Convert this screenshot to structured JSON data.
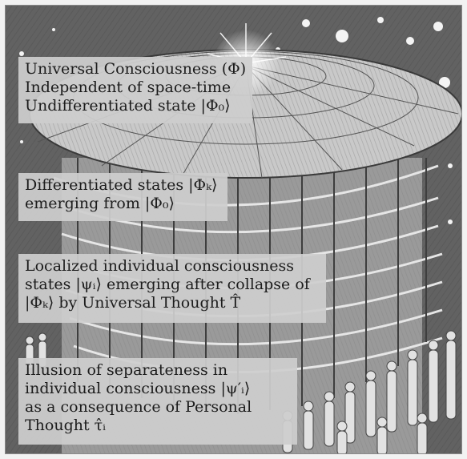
{
  "labels": {
    "universal": {
      "line1": "Universal Consciousness (Φ)",
      "line2": "Independent of space-time",
      "line3": "Undifferentiated state |Φ₀⟩"
    },
    "differentiated": {
      "line1": "Differentiated states |Φₖ⟩",
      "line2": "emerging from |Φ₀⟩"
    },
    "localized": {
      "line1": "Localized individual consciousness",
      "line2": "states |ψᵢ⟩ emerging after collapse of",
      "line3": "|Φₖ⟩ by Universal Thought T̂"
    },
    "illusion": {
      "line1": "Illusion of separateness in",
      "line2": "individual consciousness |ψ′ᵢ⟩",
      "line3": "as a consequence of Personal",
      "line4": "Thought τ̂ᵢ"
    }
  }
}
